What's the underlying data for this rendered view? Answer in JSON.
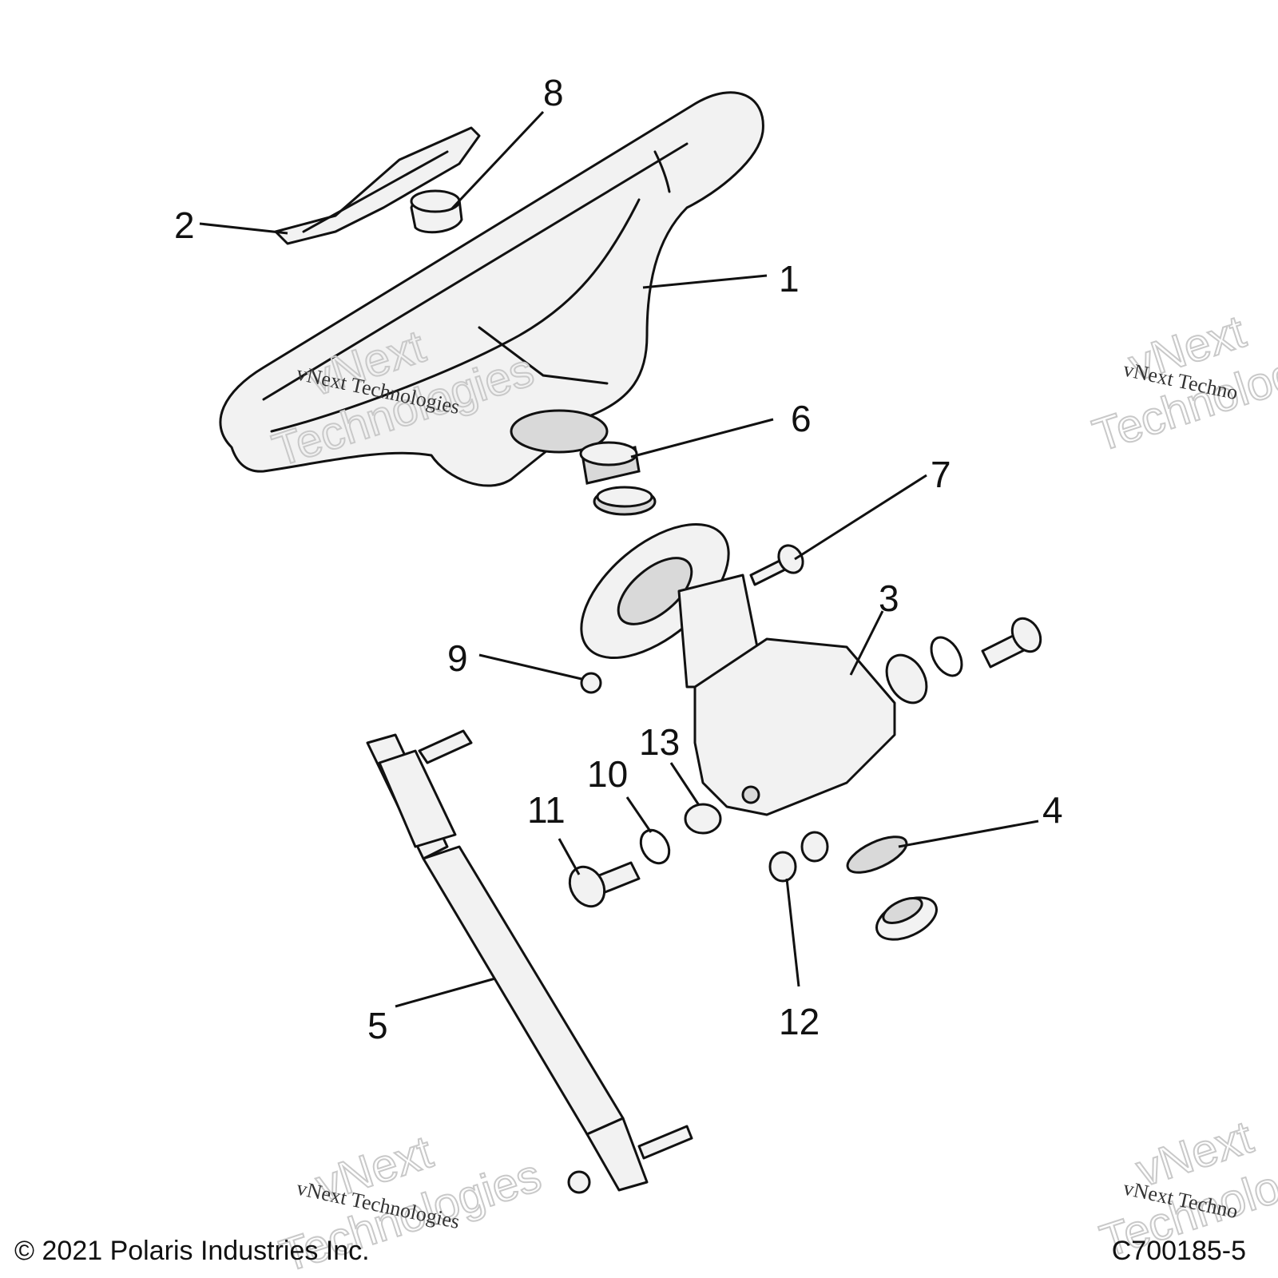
{
  "callouts": {
    "c1": "1",
    "c2": "2",
    "c3": "3",
    "c4": "4",
    "c5": "5",
    "c6": "6",
    "c7": "7",
    "c8": "8",
    "c9": "9",
    "c10": "10",
    "c11": "11",
    "c12": "12",
    "c13": "13"
  },
  "watermark": {
    "line1": "vNext",
    "line2": "Technologies",
    "small": "vNext Technologies",
    "small_cut": "vNext Techno"
  },
  "footer": {
    "copyright": "© 2021 Polaris Industries Inc.",
    "drawing_id": "C700185-5"
  }
}
